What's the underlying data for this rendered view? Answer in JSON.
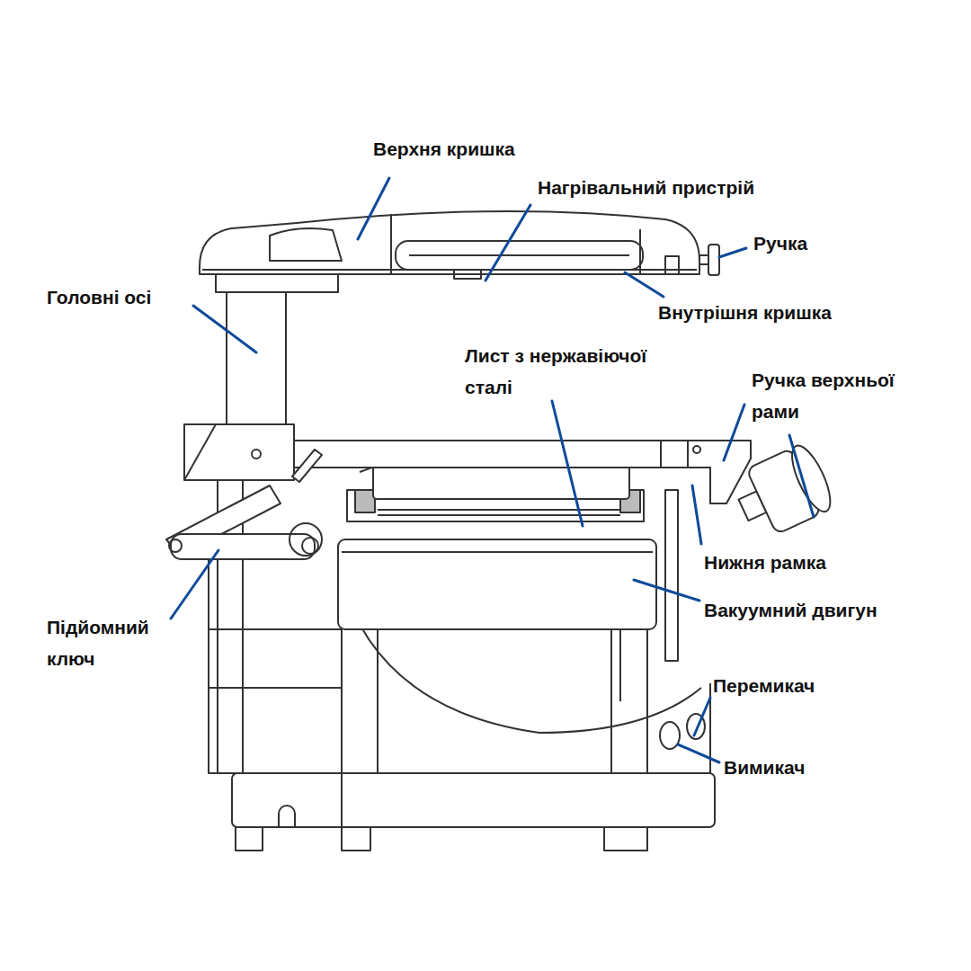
{
  "diagram": {
    "labels": [
      "Верхня кришка",
      "Нагрівальний пристрій",
      "Ручка",
      "Головні осі",
      "Внутрішня кришка",
      "Лист з нержавіючої сталі",
      "Ручка верхньої рами",
      "Нижня рамка",
      "Вакуумний двигун",
      "Підйомний ключ",
      "Перемикач",
      "Вимикач"
    ]
  }
}
